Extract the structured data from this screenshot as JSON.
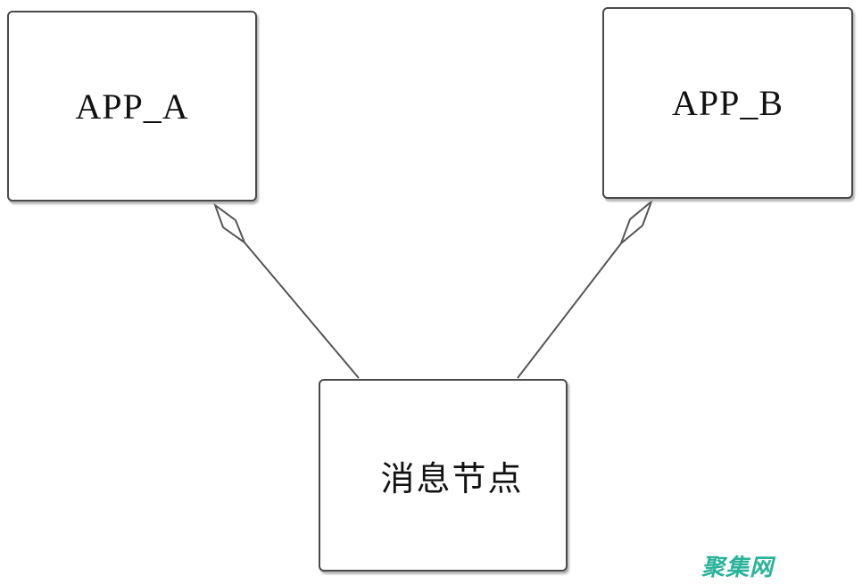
{
  "diagram": {
    "nodes": [
      {
        "id": "app_a",
        "label": "APP_A"
      },
      {
        "id": "app_b",
        "label": "APP_B"
      },
      {
        "id": "msg_node",
        "label": "消息节点"
      }
    ],
    "edges": [
      {
        "from": "app_a",
        "to": "msg_node",
        "type": "aggregation"
      },
      {
        "from": "app_b",
        "to": "msg_node",
        "type": "aggregation"
      }
    ]
  },
  "watermark": {
    "text": "聚集网",
    "color": "#2bb39a"
  }
}
